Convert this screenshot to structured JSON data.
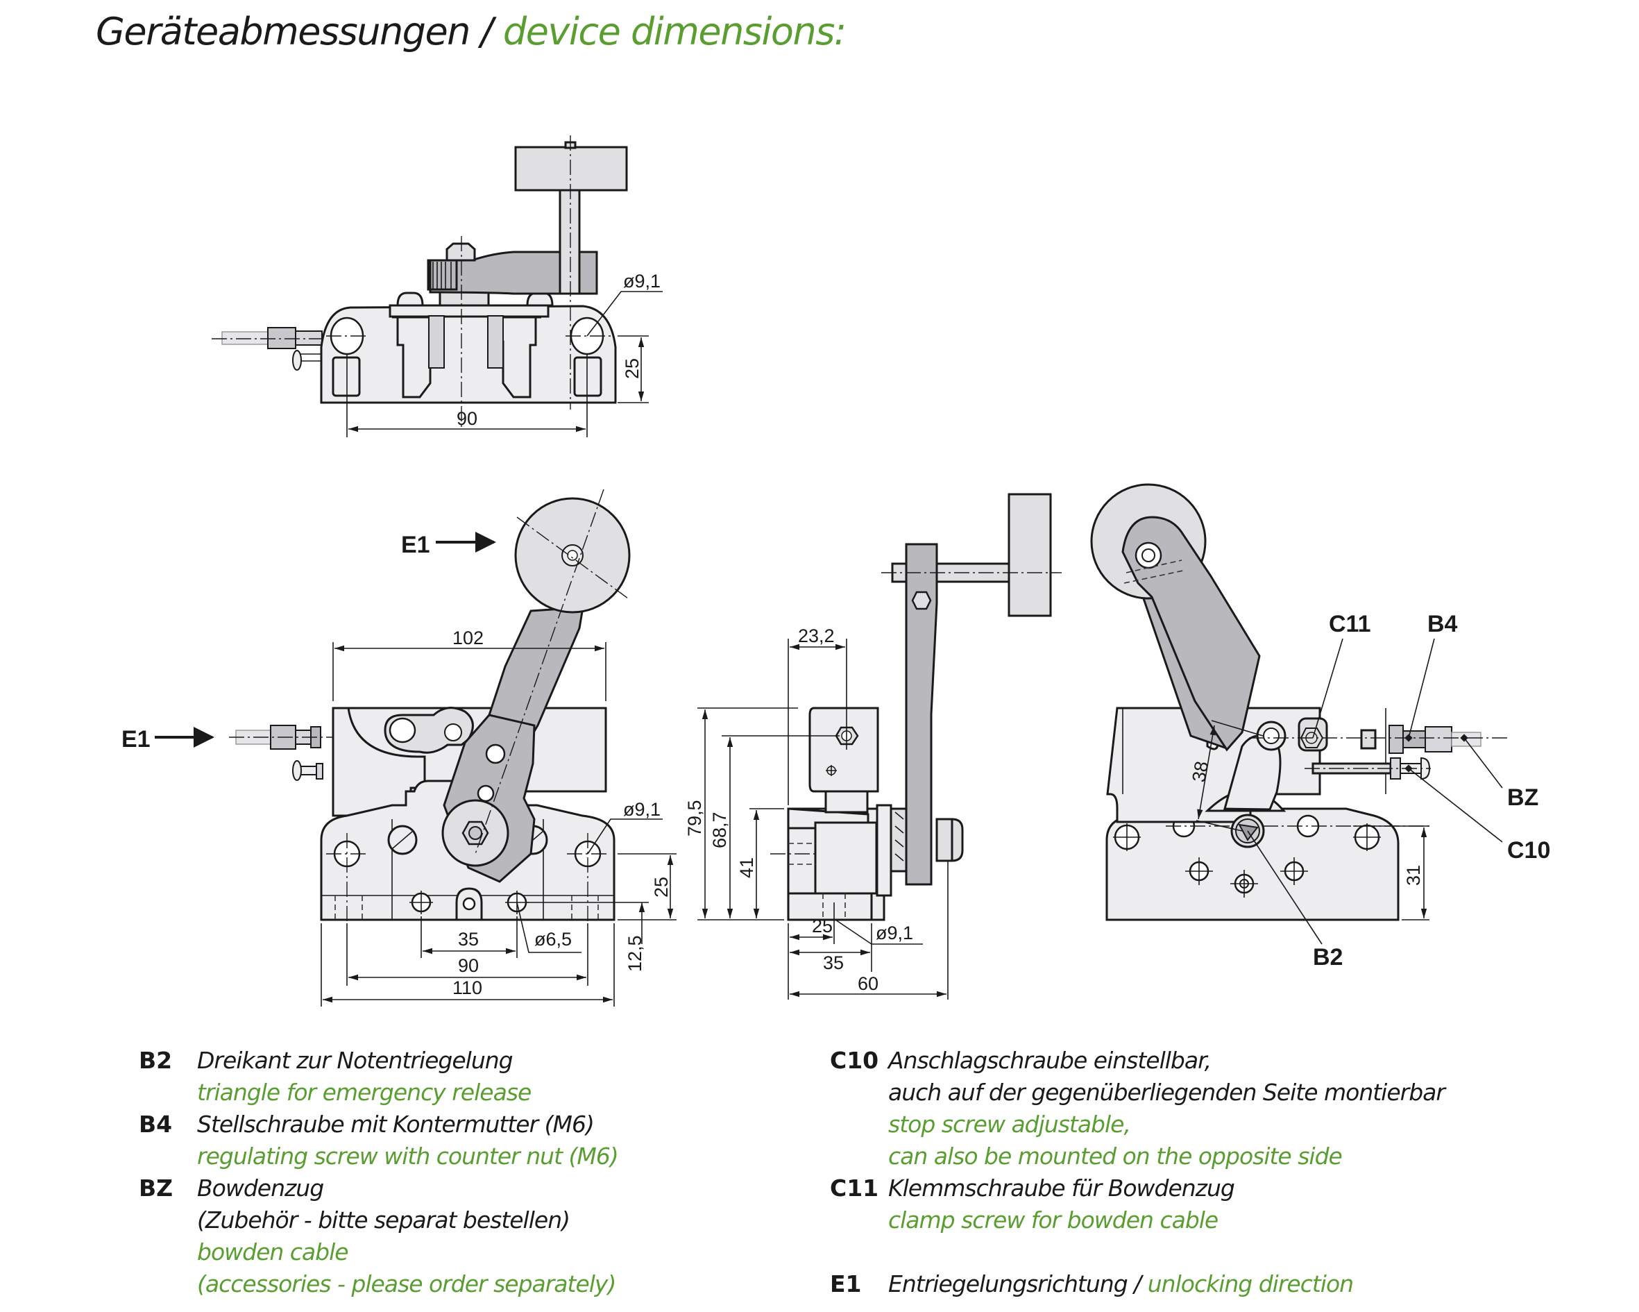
{
  "title": {
    "german": "Geräteabmessungen",
    "separator": "/",
    "english": "device dimensions:"
  },
  "colors": {
    "accent_green": "#5a9e32",
    "text_dark": "#1a1a1a",
    "part_light": "#ededef",
    "part_dark": "#b9b9bd"
  },
  "top_view": {
    "dims": {
      "hole_diameter": "ø9,1",
      "height": "25",
      "hole_spacing": "90"
    }
  },
  "front_view": {
    "labels": {
      "arrow_top": "E1",
      "arrow_left": "E1"
    },
    "dims": {
      "width_overall_lever": "102",
      "hole_diameter_large": "ø9,1",
      "height_hole": "25",
      "height_small_holes": "12,5",
      "small_hole_spacing": "35",
      "small_hole_diameter": "ø6,5",
      "hole_spacing": "90",
      "base_width": "110"
    }
  },
  "side_view": {
    "dims": {
      "offset_top": "23,2",
      "height_total": "79,5",
      "height_axis": "68,7",
      "height_body": "41",
      "depth_hole": "25",
      "depth_base": "35",
      "depth_total": "60",
      "hole_diameter": "ø9,1"
    }
  },
  "rear_view": {
    "callouts": {
      "c11": "C11",
      "b4": "B4",
      "bz": "BZ",
      "c10": "C10",
      "b2": "B2"
    },
    "dims": {
      "lever_axis": "38",
      "height_axis": "31"
    }
  },
  "legend": {
    "left": [
      {
        "key": "B2",
        "lines": [
          {
            "lang": "de",
            "text": "Dreikant zur Notentriegelung"
          },
          {
            "lang": "en",
            "text": "triangle for emergency release"
          }
        ]
      },
      {
        "key": "B4",
        "lines": [
          {
            "lang": "de",
            "text": "Stellschraube mit Kontermutter (M6)"
          },
          {
            "lang": "en",
            "text": "regulating screw with counter nut (M6)"
          }
        ]
      },
      {
        "key": "BZ",
        "lines": [
          {
            "lang": "de",
            "text": "Bowdenzug"
          },
          {
            "lang": "de",
            "text": "(Zubehör - bitte separat bestellen)"
          },
          {
            "lang": "en",
            "text": "bowden cable"
          },
          {
            "lang": "en",
            "text": "(accessories - please order separately)"
          }
        ]
      }
    ],
    "right": [
      {
        "key": "C10",
        "lines": [
          {
            "lang": "de",
            "text": "Anschlagschraube einstellbar,"
          },
          {
            "lang": "de",
            "text": "auch auf der gegenüberliegenden Seite montierbar"
          },
          {
            "lang": "en",
            "text": "stop screw adjustable,"
          },
          {
            "lang": "en",
            "text": "can also be mounted on the opposite side"
          }
        ]
      },
      {
        "key": "C11",
        "lines": [
          {
            "lang": "de",
            "text": "Klemmschraube für Bowdenzug"
          },
          {
            "lang": "en",
            "text": "clamp screw for bowden cable"
          }
        ]
      },
      {
        "key": "E1",
        "de": "Entriegelungsrichtung",
        "sep": " / ",
        "en": "unlocking direction"
      }
    ]
  }
}
